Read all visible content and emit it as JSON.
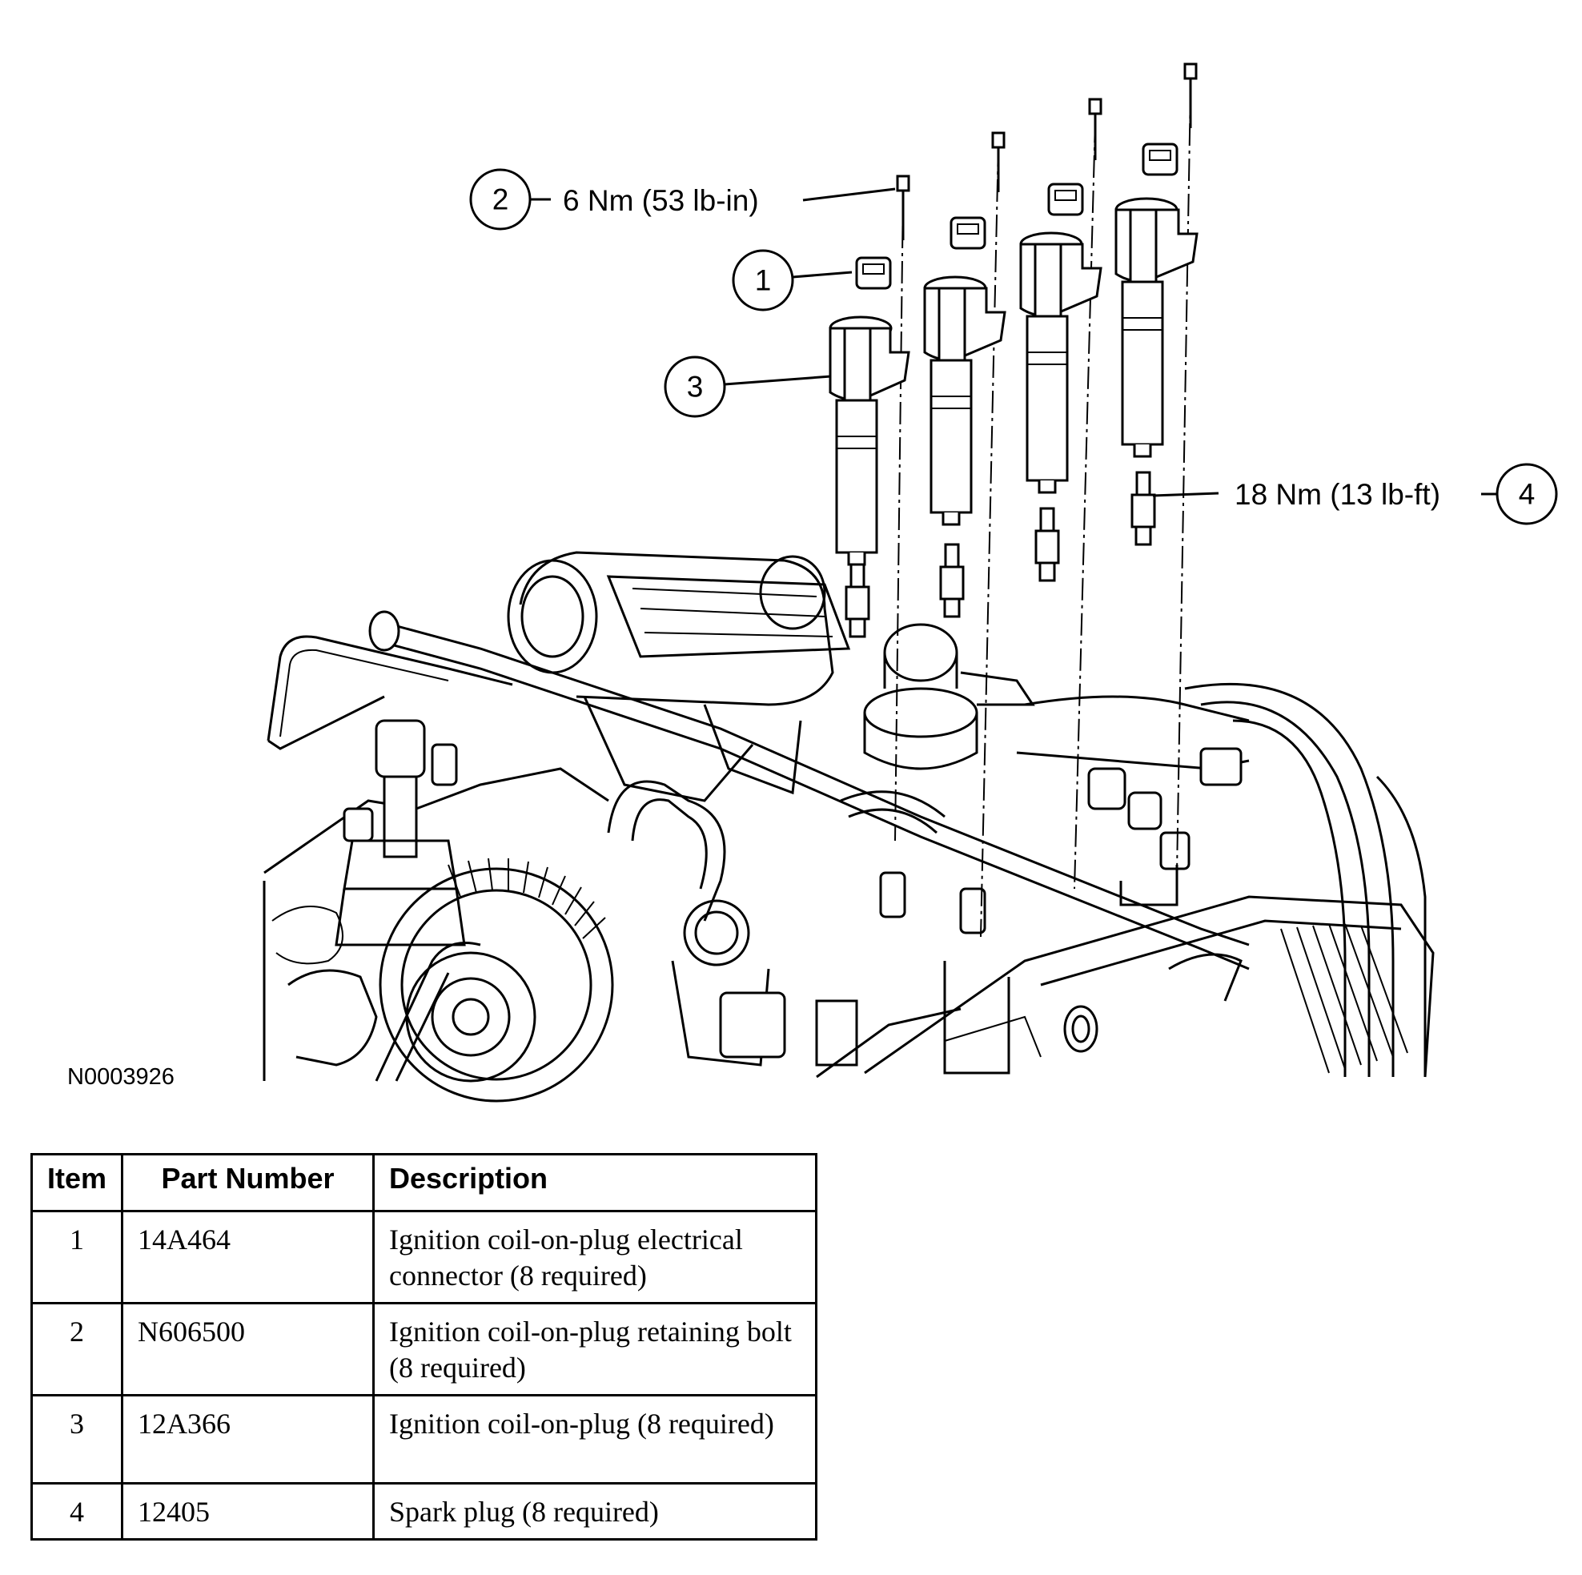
{
  "figure": {
    "id_code": "N0003926",
    "callouts": [
      {
        "number": "1"
      },
      {
        "number": "2",
        "spec": "6 Nm (53 lb-in)"
      },
      {
        "number": "3"
      },
      {
        "number": "4",
        "spec": "18 Nm (13 lb-ft)"
      }
    ]
  },
  "table": {
    "headers": {
      "item": "Item",
      "part_number": "Part Number",
      "description": "Description"
    },
    "rows": [
      {
        "item": "1",
        "part_number": "14A464",
        "description": "Ignition coil-on-plug electrical connector (8 required)"
      },
      {
        "item": "2",
        "part_number": "N606500",
        "description": "Ignition coil-on-plug retaining bolt (8 required)"
      },
      {
        "item": "3",
        "part_number": "12A366",
        "description": "Ignition coil-on-plug (8 required)"
      },
      {
        "item": "4",
        "part_number": "12405",
        "description": "Spark plug (8 required)"
      }
    ]
  }
}
